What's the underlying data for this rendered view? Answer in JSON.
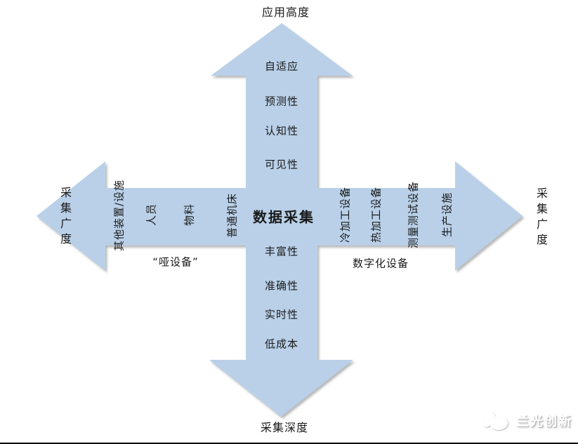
{
  "center": {
    "label": "数据采集"
  },
  "up_arrow": {
    "axis_label": "应用高度",
    "items": [
      "自适应",
      "预测性",
      "认知性",
      "可见性"
    ]
  },
  "down_arrow": {
    "axis_label": "采集深度",
    "items": [
      "丰富性",
      "准确性",
      "实时性",
      "低成本"
    ]
  },
  "left_arrow": {
    "axis_label": "采集广度",
    "items": [
      "其他装置/设施",
      "人员",
      "物料",
      "普通机床"
    ],
    "category_label": "“哑设备”"
  },
  "right_arrow": {
    "axis_label": "采集广度",
    "items": [
      "冷加工设备",
      "热加工设备",
      "测量测试设备",
      "生产设施"
    ],
    "category_label": "数字化设备"
  },
  "logo": {
    "text": "兰光创新",
    "icon": "cloud-icon"
  },
  "colors": {
    "arrow_fill": "#b9d0e8",
    "arrow_shadow": "#8a8a8a",
    "text": "#1a1a1a",
    "logo_text": "#ffffff"
  }
}
